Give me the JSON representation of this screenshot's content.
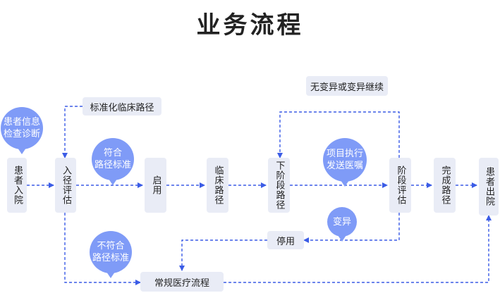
{
  "title": "业务流程",
  "colors": {
    "node_fill": "#e9ecf6",
    "bubble_fill": "#7f9bf7",
    "edge": "#3b5ce6"
  },
  "nodes": {
    "admission": "患者入院",
    "path_eval": "入径评估",
    "enable": "启用",
    "clinical_path": "临床路径",
    "next_stage_path": "下阶段路径",
    "stage_eval": "阶段评估",
    "complete_path": "完成路径",
    "discharge": "患者出院",
    "standard_path": "标准化临床路径",
    "no_variation": "无变异或变异继续",
    "suspend": "停用",
    "routine_flow": "常规医疗流程"
  },
  "bubbles": {
    "patient_info": "患者信息\n检查诊断",
    "meets_criteria": "符合\n路径标准",
    "execute_orders": "项目执行\n发送医嘱",
    "variation": "变异",
    "fails_criteria": "不符合\n路径标准"
  }
}
